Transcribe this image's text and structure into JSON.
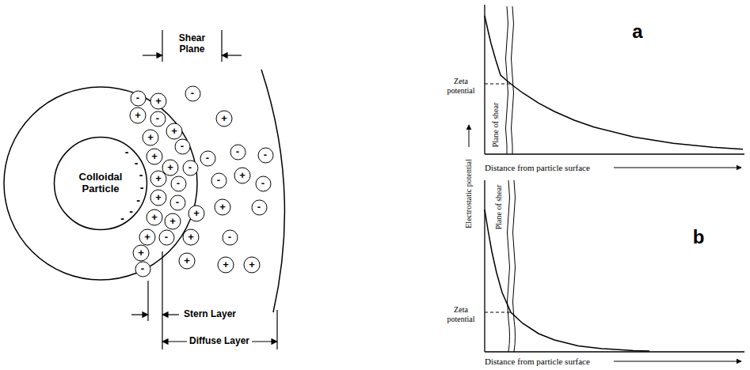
{
  "diagram": {
    "nodes": [
      {
        "text": [
          "Colloidal Particle"
        ]
      },
      {
        "text": [
          "-"
        ]
      },
      {
        "text": [
          "+"
        ]
      },
      {
        "text": [
          "-"
        ]
      },
      {
        "text": [
          "+"
        ]
      },
      {
        "text": [
          "-"
        ]
      },
      {
        "text": [
          "+"
        ]
      },
      {
        "text": [
          "+"
        ]
      },
      {
        "text": [
          "+"
        ]
      },
      {
        "text": [
          "+"
        ]
      },
      {
        "text": [
          "-"
        ]
      },
      {
        "text": [
          "-"
        ]
      },
      {
        "text": [
          "-"
        ]
      },
      {
        "text": [
          "+"
        ]
      },
      {
        "text": [
          "-"
        ]
      },
      {
        "text": [
          "+"
        ]
      },
      {
        "text": [
          "-"
        ]
      },
      {
        "text": [
          "-"
        ]
      },
      {
        "text": [
          "+"
        ]
      },
      {
        "text": [
          "+"
        ]
      },
      {
        "text": [
          "-"
        ]
      },
      {
        "text": [
          "+"
        ]
      },
      {
        "text": [
          "-"
        ]
      },
      {
        "text": [
          "+"
        ]
      },
      {
        "text": [
          "+"
        ]
      },
      {
        "text": [
          "+"
        ]
      },
      {
        "text": [
          "-"
        ]
      },
      {
        "text": [
          "+"
        ]
      },
      {
        "text": [
          "+"
        ]
      },
      {
        "text": [
          "-"
        ]
      },
      {
        "text": [
          "-"
        ]
      },
      {
        "text": [
          "+"
        ]
      },
      {
        "text": [
          "+"
        ]
      },
      {
        "text": [
          "+"
        ]
      },
      {
        "text": [
          "+"
        ]
      },
      {
        "text": [
          "-"
        ]
      },
      {
        "text": [
          "-"
        ]
      }
    ],
    "labels": [
      "Shear Plane",
      "Stern Layer",
      "Diffuse Layer",
      "-",
      "-",
      "-",
      "-",
      "-",
      "-",
      "-",
      "a",
      "Zeta potential",
      "Plane of shear",
      "Distance from particle surface",
      "b",
      "Plane of shear",
      "Zeta potential",
      "Distance from particle surface",
      "Electrostatic potential"
    ]
  }
}
